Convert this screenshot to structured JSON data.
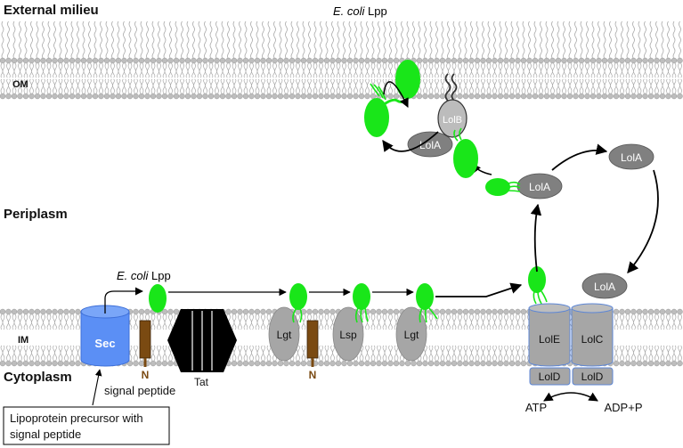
{
  "regions": {
    "external": "External milieu",
    "periplasm": "Periplasm",
    "cytoplasm": "Cytoplasm"
  },
  "membranes": {
    "outer": "OM",
    "inner": "IM"
  },
  "lpp_label": {
    "italic": "E. coli",
    "plain": " Lpp"
  },
  "proteins": {
    "sec": "Sec",
    "tat": "Tat",
    "lgt": "Lgt",
    "lsp": "Lsp",
    "lola": "LolA",
    "lolb": "LolB",
    "lole": "LolE",
    "lolc": "LolC",
    "lold": "LolD"
  },
  "labels": {
    "n_terminus": "N",
    "signal_peptide": "signal peptide",
    "atp": "ATP",
    "adp": "ADP+P",
    "precursor_line1": "Lipoprotein precursor with",
    "precursor_line2": "signal peptide"
  },
  "colors": {
    "lipoprotein": "#19e619",
    "sec": "#5b8ff5",
    "lol": "#a6a6a6",
    "lol_outline": "#5c86d6",
    "lola": "#808080",
    "signal_peptide": "#7a4a12",
    "tat": "#000000"
  }
}
